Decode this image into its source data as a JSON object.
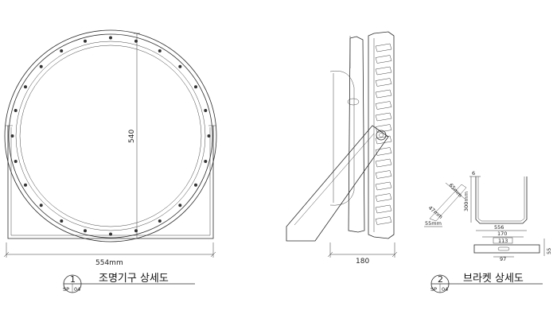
{
  "front_view": {
    "width_label": "554mm",
    "height_label": "540"
  },
  "side_view": {
    "depth_label": "180"
  },
  "bracket_detail": {
    "thickness_label": "6",
    "height_label": "300mm",
    "width_label": "556",
    "slot_label_a": "65mm",
    "slot_label_b": "47mm",
    "offset_label": "55mm",
    "plate_width_label": "170",
    "plate_inner_label": "113",
    "plate_hole_label": "97",
    "plate_height_label": "55"
  },
  "titles": [
    {
      "number": "1",
      "sheet": "SP",
      "sheet_no": "04",
      "text": "조명기구 상세도"
    },
    {
      "number": "2",
      "sheet": "SP",
      "sheet_no": "04",
      "text": "브라켓 상세도"
    }
  ]
}
